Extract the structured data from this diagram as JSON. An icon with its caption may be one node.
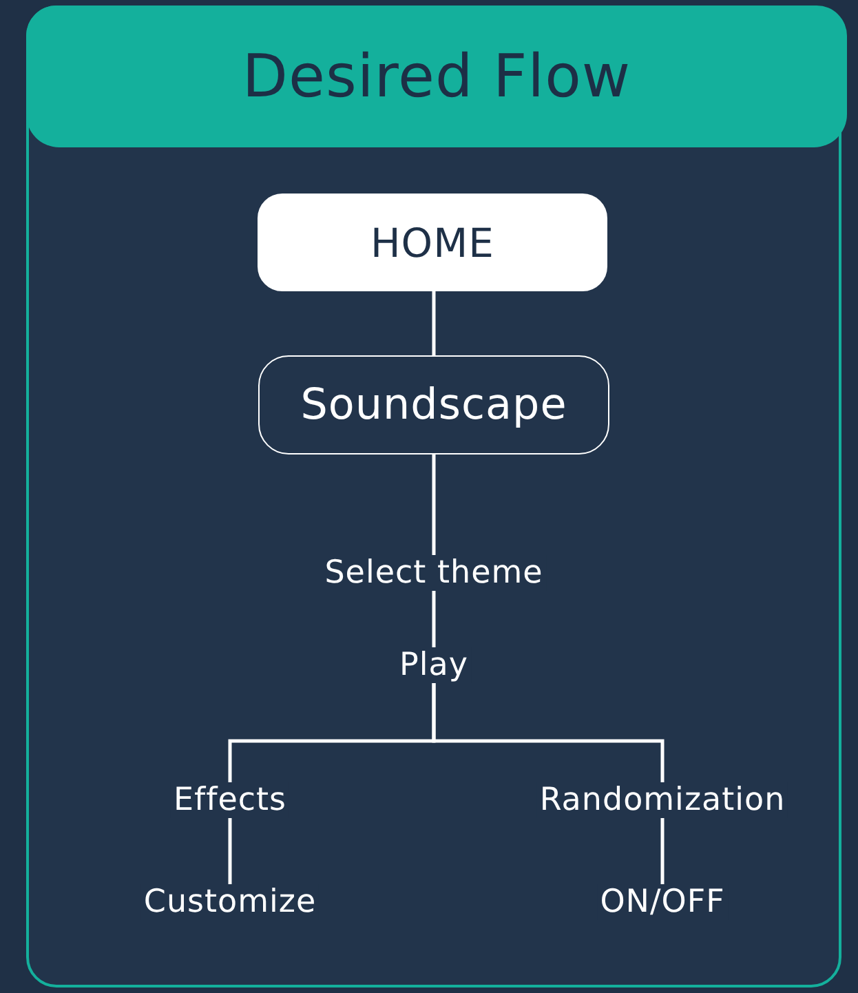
{
  "diagram": {
    "title": "Desired Flow",
    "nodes": [
      {
        "text": [
          "HOME"
        ]
      },
      {
        "text": [
          "Soundscape"
        ]
      },
      {
        "text": [
          "Select theme"
        ]
      },
      {
        "text": [
          "Play"
        ]
      },
      {
        "text": [
          "Effects"
        ]
      },
      {
        "text": [
          "Randomization"
        ]
      },
      {
        "text": [
          "Customize"
        ]
      },
      {
        "text": [
          "ON/OFF"
        ]
      }
    ],
    "edges": [
      {
        "from": 0,
        "to": 1,
        "arrow": "none"
      },
      {
        "from": 1,
        "to": 2,
        "arrow": "none"
      },
      {
        "from": 2,
        "to": 3,
        "arrow": "none"
      },
      {
        "from": 3,
        "to": 4,
        "arrow": "none"
      },
      {
        "from": 3,
        "to": 5,
        "arrow": "none"
      },
      {
        "from": 4,
        "to": 6,
        "arrow": "none"
      },
      {
        "from": 5,
        "to": 7,
        "arrow": "none"
      }
    ]
  }
}
